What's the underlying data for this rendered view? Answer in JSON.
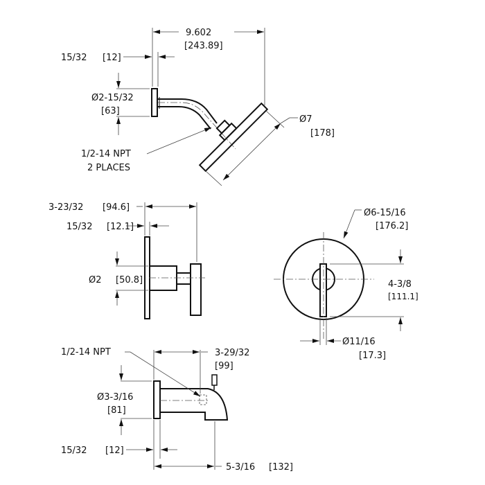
{
  "shower_arm": {
    "overall_length": "9.602",
    "overall_length_mm": "[243.89]",
    "flange_thickness": "15/32",
    "flange_thickness_mm": "[12]",
    "flange_diameter": "Ø2-15/32",
    "flange_diameter_mm": "[63]",
    "head_diameter": "Ø7",
    "head_diameter_mm": "[178]",
    "thread_note_line1": "1/2-14  NPT",
    "thread_note_line2": "2  PLACES"
  },
  "valve_side": {
    "overall_depth": "3-23/32",
    "overall_depth_mm": "[94.6]",
    "flange_thickness": "15/32",
    "flange_thickness_mm": "[12.1]",
    "body_diameter": "Ø2",
    "body_diameter_mm": "[50.8]"
  },
  "valve_front": {
    "plate_diameter": "Ø6-15/16",
    "plate_diameter_mm": "[176.2]",
    "handle_length": "4-3/8",
    "handle_length_mm": "[111.1]",
    "handle_width": "Ø11/16",
    "handle_width_mm": "[17.3]"
  },
  "tub_spout": {
    "thread_note": "1/2-14  NPT",
    "thread_depth": "3-29/32",
    "thread_depth_mm": "[99]",
    "flange_diameter": "Ø3-3/16",
    "flange_diameter_mm": "[81]",
    "flange_thickness": "15/32",
    "flange_thickness_mm": "[12]",
    "overall_length": "5-3/16",
    "overall_length_mm": "[132]"
  }
}
